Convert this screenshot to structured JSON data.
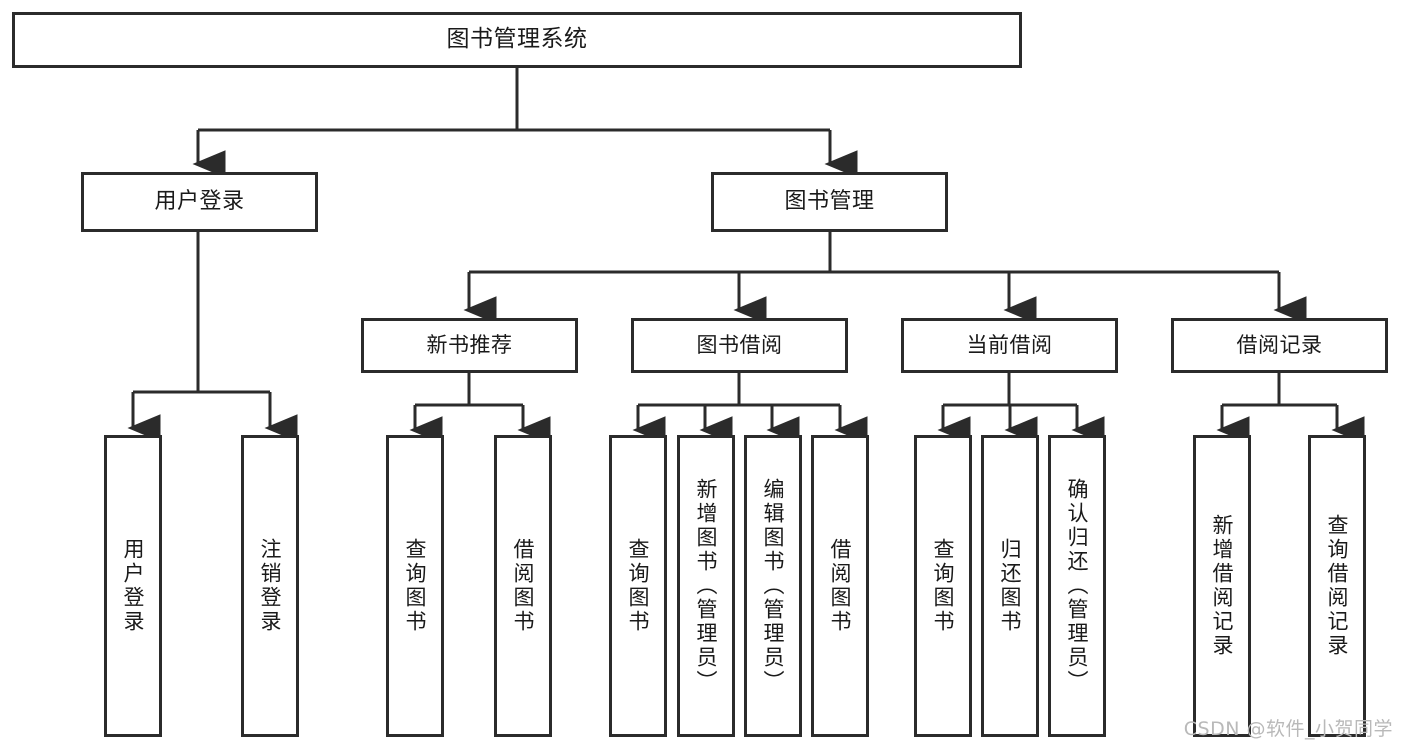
{
  "diagram": {
    "title": "图书管理系统",
    "type": "tree-hierarchy-diagram",
    "colors": {
      "box_border": "#2b2b2b",
      "box_fill": "#ffffff",
      "connector": "#2b2b2b",
      "text": "#1a1a1a",
      "background": "#ffffff",
      "watermark": "#b9b9b9"
    },
    "nodes": {
      "root": {
        "label": "图书管理系统"
      },
      "level2": [
        {
          "label": "用户登录"
        },
        {
          "label": "图书管理"
        }
      ],
      "level3": [
        {
          "label": "新书推荐"
        },
        {
          "label": "图书借阅"
        },
        {
          "label": "当前借阅"
        },
        {
          "label": "借阅记录"
        }
      ],
      "leaves": {
        "user_login": [
          {
            "label": "用户登录"
          },
          {
            "label": "注销登录"
          }
        ],
        "new_book_recommend": [
          {
            "label": "查询图书"
          },
          {
            "label": "借阅图书"
          }
        ],
        "book_borrow": [
          {
            "label": "查询图书"
          },
          {
            "label": "新增图书（管理员）"
          },
          {
            "label": "编辑图书（管理员）"
          },
          {
            "label": "借阅图书"
          }
        ],
        "current_borrow": [
          {
            "label": "查询图书"
          },
          {
            "label": "归还图书"
          },
          {
            "label": "确认归还（管理员）"
          }
        ],
        "borrow_record": [
          {
            "label": "新增借阅记录"
          },
          {
            "label": "查询借阅记录"
          }
        ]
      }
    }
  },
  "watermark": {
    "text": "CSDN @软件_小贺同学"
  }
}
